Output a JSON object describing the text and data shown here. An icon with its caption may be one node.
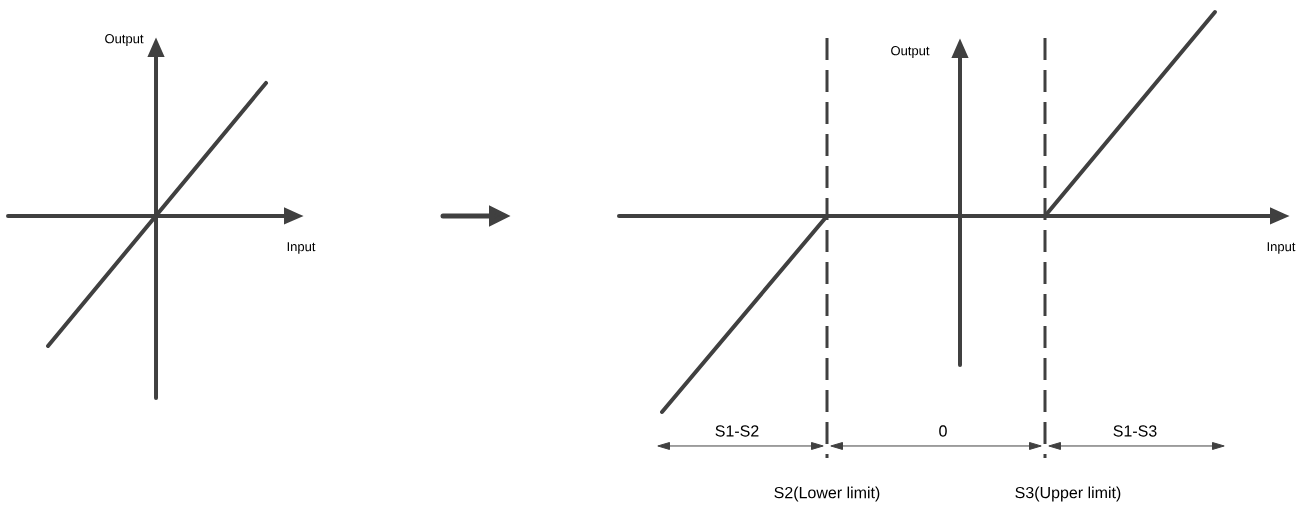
{
  "diagram": {
    "labels": [
      "Output",
      "Input",
      "Output",
      "Input",
      "S1-S2",
      "0",
      "S1-S3",
      "S2(Lower limit)",
      "S3(Upper limit)"
    ]
  }
}
